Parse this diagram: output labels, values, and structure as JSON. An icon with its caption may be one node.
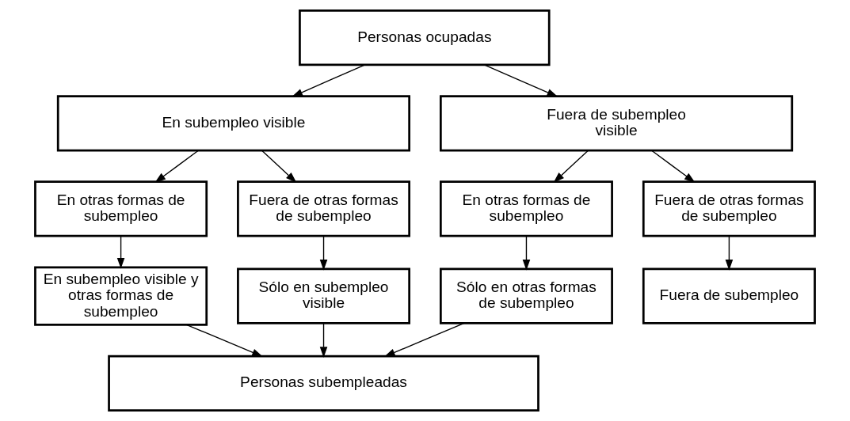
{
  "diagram": {
    "nodes": [
      {
        "text": [
          "Personas ocupadas"
        ]
      },
      {
        "text": [
          "En subempleo visible"
        ]
      },
      {
        "text": [
          "Fuera de subempleo visible"
        ]
      },
      {
        "text": [
          "En otras formas de subempleo"
        ]
      },
      {
        "text": [
          "Fuera de otras formas de subempleo"
        ]
      },
      {
        "text": [
          "En otras formas de subempleo"
        ]
      },
      {
        "text": [
          "Fuera de otras formas de subempleo"
        ]
      },
      {
        "text": [
          "En subempleo visible y otras formas de subempleo"
        ]
      },
      {
        "text": [
          "Sólo en subempleo visible"
        ]
      },
      {
        "text": [
          "Sólo en otras formas de subempleo"
        ]
      },
      {
        "text": [
          "Fuera de subempleo"
        ]
      },
      {
        "text": [
          "Personas subempleadas"
        ]
      }
    ],
    "edges": [
      {
        "from": 0,
        "to": 1,
        "arrow": "to"
      },
      {
        "from": 0,
        "to": 2,
        "arrow": "to"
      },
      {
        "from": 1,
        "to": 3,
        "arrow": "to"
      },
      {
        "from": 1,
        "to": 4,
        "arrow": "to"
      },
      {
        "from": 2,
        "to": 5,
        "arrow": "to"
      },
      {
        "from": 2,
        "to": 6,
        "arrow": "to"
      },
      {
        "from": 3,
        "to": 7,
        "arrow": "to"
      },
      {
        "from": 4,
        "to": 8,
        "arrow": "to"
      },
      {
        "from": 5,
        "to": 9,
        "arrow": "to"
      },
      {
        "from": 6,
        "to": 10,
        "arrow": "to"
      },
      {
        "from": 7,
        "to": 11,
        "arrow": "to"
      },
      {
        "from": 8,
        "to": 11,
        "arrow": "to"
      },
      {
        "from": 9,
        "to": 11,
        "arrow": "to"
      }
    ]
  }
}
